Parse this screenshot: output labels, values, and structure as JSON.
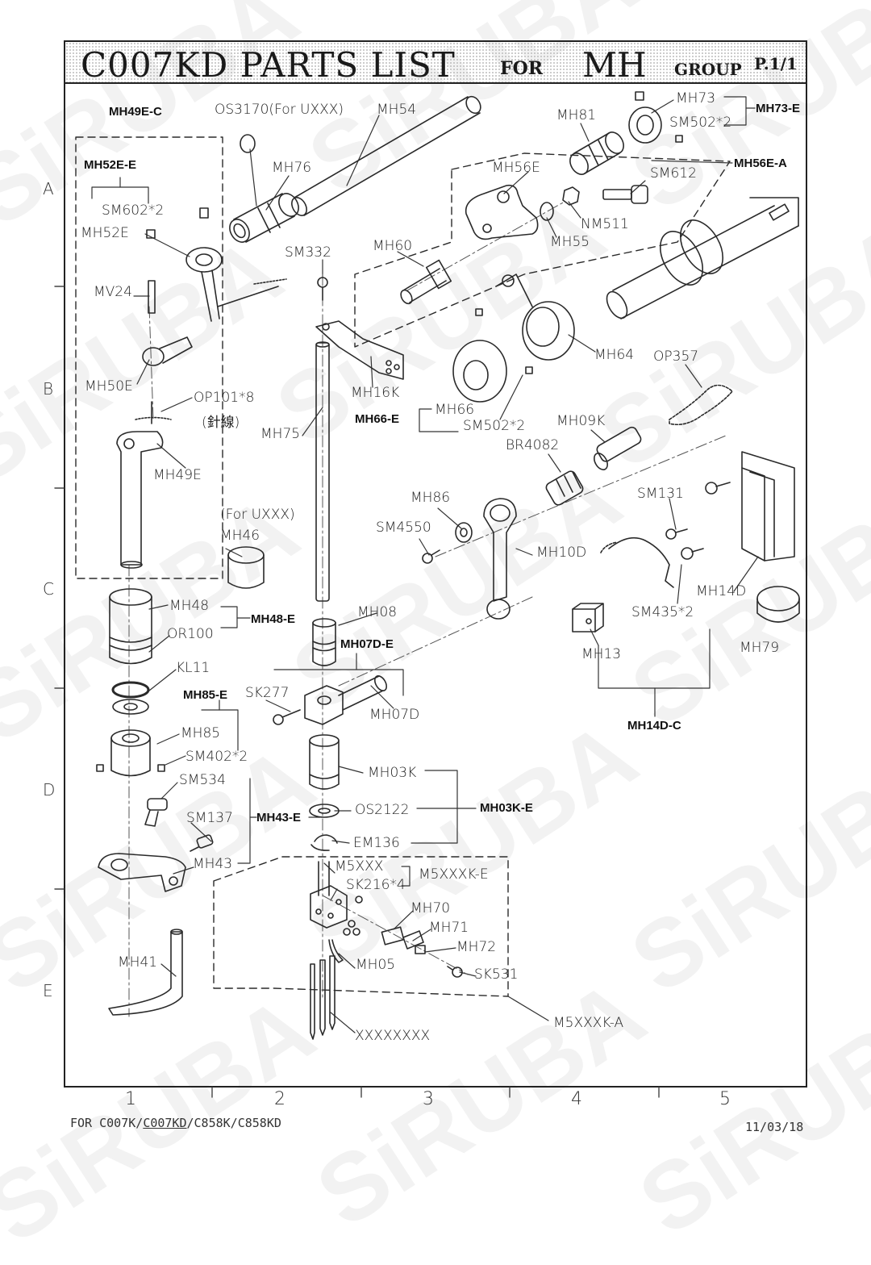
{
  "header": {
    "model": "C007KD",
    "parts_list": "PARTS LIST",
    "for_word": "FOR",
    "group_code": "MH",
    "group_word": "GROUP",
    "page": "P.1/1"
  },
  "watermark": "SiRUBA",
  "row_markers": [
    "A",
    "B",
    "C",
    "D",
    "E"
  ],
  "column_markers": [
    "1",
    "2",
    "3",
    "4",
    "5"
  ],
  "footer": {
    "for_prefix": "FOR ",
    "models_before": "C007K/",
    "model_underlined": "C007KD",
    "models_after": "/C858K/C858KD",
    "date": "11/03/18"
  },
  "parts": {
    "os3170": "OS3170(For UXXX)",
    "mh54": "MH54",
    "mh76": "MH76",
    "mh81": "MH81",
    "mh73": "MH73",
    "sm502_2_top": "SM502*2",
    "mh56e": "MH56E",
    "sm612": "SM612",
    "nm511": "NM511",
    "mh55": "MH55",
    "mh60": "MH60",
    "sm332": "SM332",
    "mv24": "MV24",
    "sm602_2": "SM602*2",
    "mh52e": "MH52E",
    "mh50e": "MH50E",
    "op101_8": "OP101*8",
    "op101_note": "(針線)",
    "mh49e": "MH49E",
    "mh16k": "MH16K",
    "mh64": "MH64",
    "op357": "OP357",
    "mh66": "MH66",
    "sm502_2_mid": "SM502*2",
    "mh09k": "MH09K",
    "br4082": "BR4082",
    "mh75": "MH75",
    "mh86": "MH86",
    "sm4550": "SM4550",
    "sm131": "SM131",
    "mh10d": "MH10D",
    "mh46_note": "(For UXXX)",
    "mh46": "MH46",
    "mh14d": "MH14D",
    "sm435_2": "SM435*2",
    "mh79": "MH79",
    "mh13": "MH13",
    "mh48": "MH48",
    "or100": "OR100",
    "mh08": "MH08",
    "kl11": "KL11",
    "mh07d": "MH07D",
    "sk277": "SK277",
    "mh85": "MH85",
    "sm402_2": "SM402*2",
    "mh03k": "MH03K",
    "sm534": "SM534",
    "os2122": "OS2122",
    "sm137": "SM137",
    "em136": "EM136",
    "mh43": "MH43",
    "m5xxx": "M5XXX",
    "sk216_4": "SK216*4",
    "mh70": "MH70",
    "mh71": "MH71",
    "mh72": "MH72",
    "mh05": "MH05",
    "sk531": "SK531",
    "mh41": "MH41",
    "xxxxxxxx": "XXXXXXXX"
  },
  "assemblies": {
    "mh49e_c": "MH49E-C",
    "mh52e_e": "MH52E-E",
    "mh73_e": "MH73-E",
    "mh56e_a": "MH56E-A",
    "mh66_e": "MH66-E",
    "mh48_e": "MH48-E",
    "mh07d_e": "MH07D-E",
    "mh14d_c": "MH14D-C",
    "mh85_e": "MH85-E",
    "mh03k_e": "MH03K-E",
    "mh43_e": "MH43-E",
    "m5xxxk_e": "M5XXXK-E",
    "m5xxxk_a": "M5XXXK-A"
  }
}
